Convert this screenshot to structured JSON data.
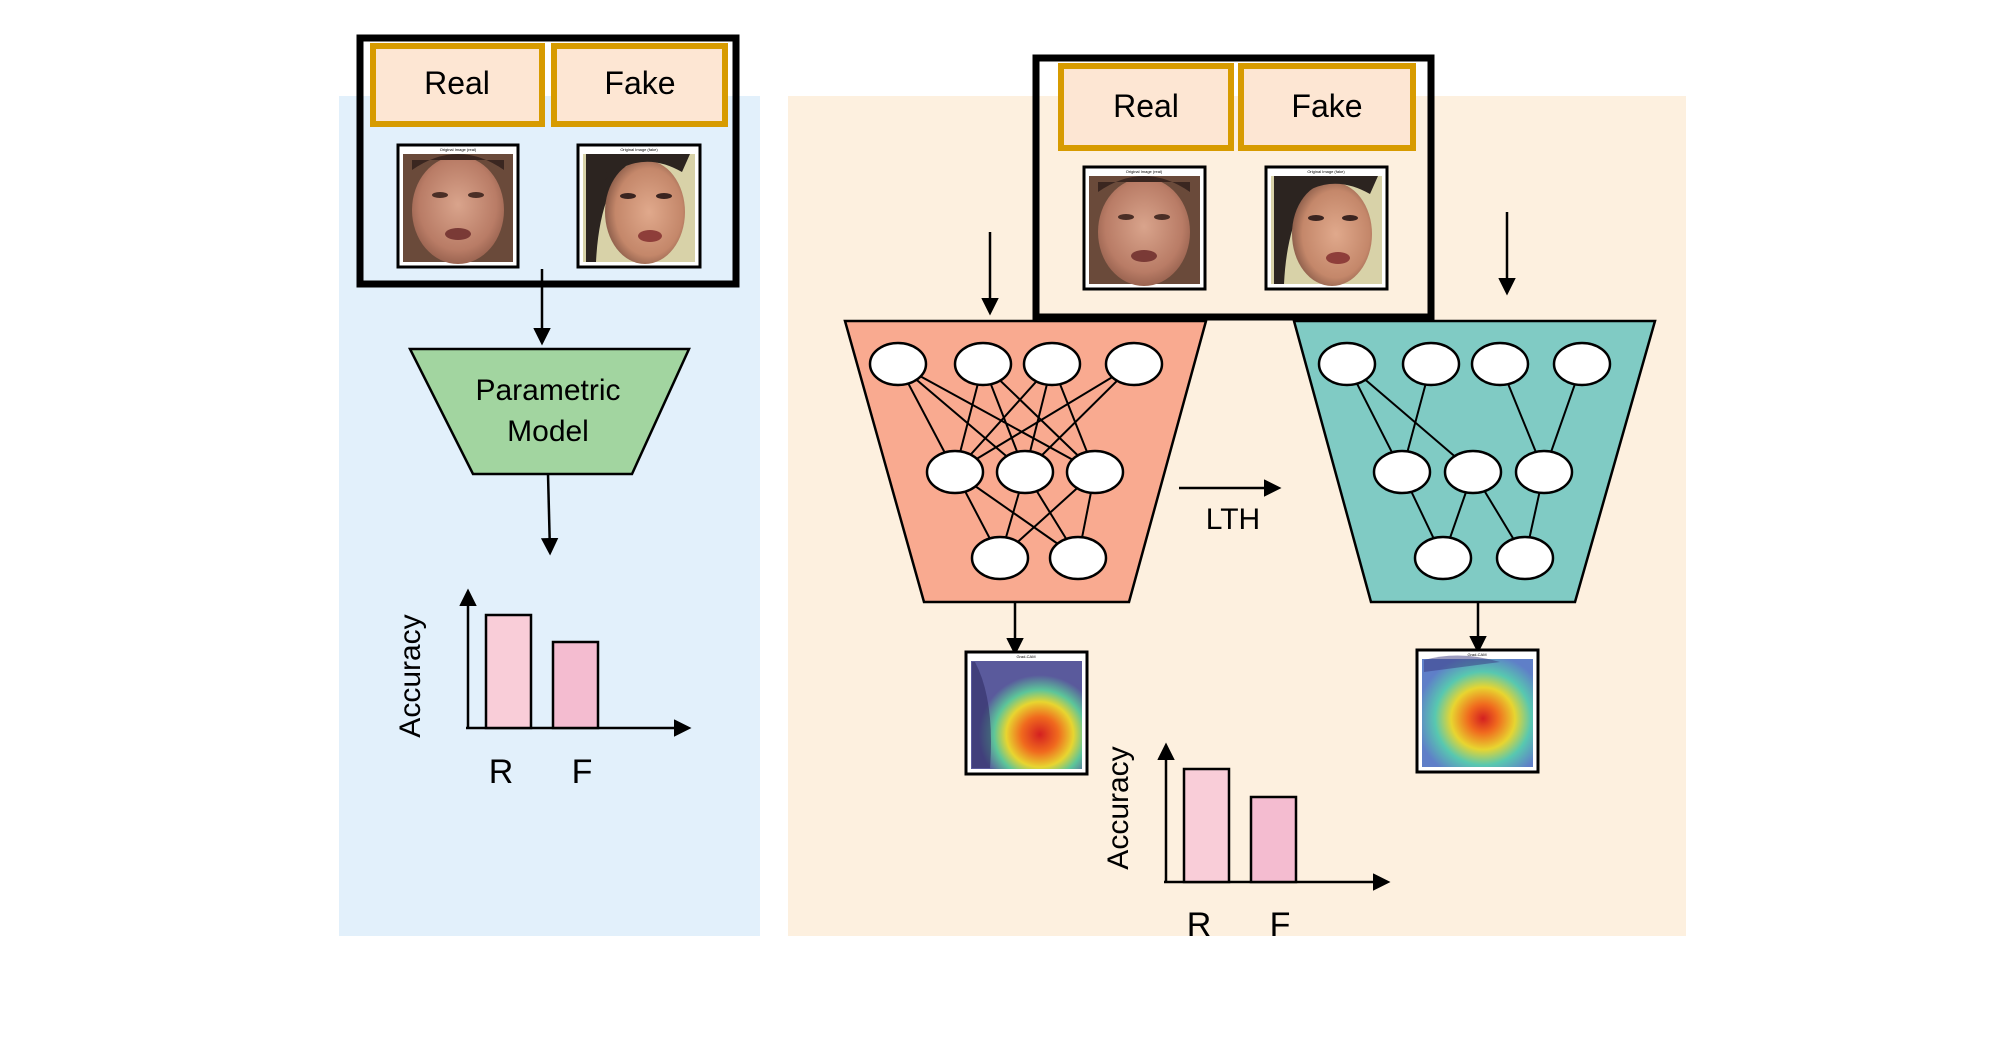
{
  "left_panel": {
    "background": "#E2F0FB",
    "input_box": {
      "labels": [
        {
          "text": "Real",
          "fill": "#FDE6D3",
          "border": "#D79B00"
        },
        {
          "text": "Fake",
          "fill": "#FDE6D3",
          "border": "#D79B00"
        }
      ],
      "face_images": [
        {
          "caption": "Original Image (real)",
          "kind": "face-real"
        },
        {
          "caption": "Original Image (fake)",
          "kind": "face-fake"
        }
      ]
    },
    "model": {
      "label_line1": "Parametric",
      "label_line2": "Model",
      "fill": "#A2D5A0"
    },
    "bar_chart": {
      "ylabel": "Accuracy",
      "categories": [
        "R",
        "F"
      ],
      "bar_colors": [
        "#F9CDD8",
        "#F4BCD0"
      ]
    }
  },
  "right_panel": {
    "background": "#FDF0DF",
    "input_box": {
      "labels": [
        {
          "text": "Real",
          "fill": "#FDE6D3",
          "border": "#D79B00"
        },
        {
          "text": "Fake",
          "fill": "#FDE6D3",
          "border": "#D79B00"
        }
      ],
      "face_images": [
        {
          "caption": "Original Image (real)",
          "kind": "face-real"
        },
        {
          "caption": "Original Image (fake)",
          "kind": "face-fake"
        }
      ]
    },
    "dense_network": {
      "fill": "#F9AA90",
      "node_fill": "#FFFFFF"
    },
    "pruned_network": {
      "fill": "#80CBC4",
      "node_fill": "#FFFFFF"
    },
    "transition_label": "LTH",
    "gradcam_images": [
      {
        "caption": "Grad-CAM",
        "kind": "heatmap-dense"
      },
      {
        "caption": "Grad-CAM",
        "kind": "heatmap-pruned"
      }
    ],
    "bar_chart": {
      "ylabel": "Accuracy",
      "categories": [
        "R",
        "F"
      ],
      "bar_colors": [
        "#F9CDD8",
        "#F4BCD0"
      ]
    }
  }
}
